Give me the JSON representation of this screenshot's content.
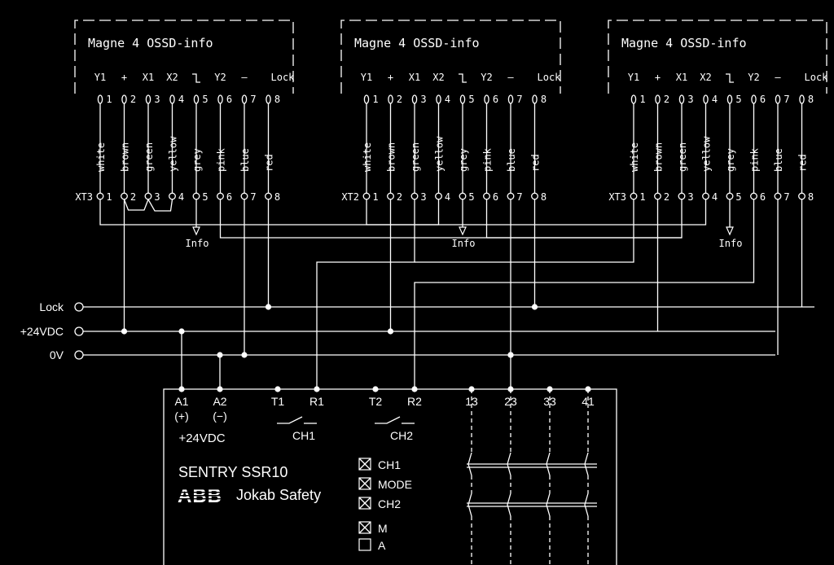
{
  "diagram": {
    "colors": {
      "background": "#000000",
      "line": "#ffffff"
    },
    "sensors": [
      {
        "title": "Magne 4 OSSD-info",
        "terminal_block": "XT3",
        "pins": [
          {
            "label": "Y1",
            "num": "1",
            "wire": "white"
          },
          {
            "label": "+",
            "num": "2",
            "wire": "brown"
          },
          {
            "label": "X1",
            "num": "3",
            "wire": "green"
          },
          {
            "label": "X2",
            "num": "4",
            "wire": "yellow"
          },
          {
            "label": "",
            "num": "5",
            "wire": "grey"
          },
          {
            "label": "Y2",
            "num": "6",
            "wire": "pink"
          },
          {
            "label": "—",
            "num": "7",
            "wire": "blue"
          },
          {
            "label": "Lock",
            "num": "8",
            "wire": "red"
          }
        ],
        "info_label": "Info"
      },
      {
        "title": "Magne 4 OSSD-info",
        "terminal_block": "XT2",
        "pins": [
          {
            "label": "Y1",
            "num": "1",
            "wire": "white"
          },
          {
            "label": "+",
            "num": "2",
            "wire": "brown"
          },
          {
            "label": "X1",
            "num": "3",
            "wire": "green"
          },
          {
            "label": "X2",
            "num": "4",
            "wire": "yellow"
          },
          {
            "label": "",
            "num": "5",
            "wire": "grey"
          },
          {
            "label": "Y2",
            "num": "6",
            "wire": "pink"
          },
          {
            "label": "—",
            "num": "7",
            "wire": "blue"
          },
          {
            "label": "Lock",
            "num": "8",
            "wire": "red"
          }
        ],
        "info_label": "Info"
      },
      {
        "title": "Magne 4 OSSD-info",
        "terminal_block": "XT3",
        "pins": [
          {
            "label": "Y1",
            "num": "1",
            "wire": "white"
          },
          {
            "label": "+",
            "num": "2",
            "wire": "brown"
          },
          {
            "label": "X1",
            "num": "3",
            "wire": "green"
          },
          {
            "label": "X2",
            "num": "4",
            "wire": "yellow"
          },
          {
            "label": "",
            "num": "5",
            "wire": "grey"
          },
          {
            "label": "Y2",
            "num": "6",
            "wire": "pink"
          },
          {
            "label": "—",
            "num": "7",
            "wire": "blue"
          },
          {
            "label": "Lock",
            "num": "8",
            "wire": "red"
          }
        ],
        "info_label": "Info"
      }
    ],
    "rails": [
      {
        "label": "Lock"
      },
      {
        "label": "+24VDC"
      },
      {
        "label": "0V"
      }
    ],
    "relay": {
      "terminals": [
        "A1",
        "A2",
        "T1",
        "R1",
        "T2",
        "R2",
        "13",
        "23",
        "33",
        "41"
      ],
      "a1_sub": "(+)",
      "a2_sub": "(−)",
      "supply_label": "+24VDC",
      "ch1_label": "CH1",
      "ch2_label": "CH2",
      "product_line1": "SENTRY   SSR10",
      "brand_logo": "ABB",
      "brand_name": "Jokab Safety",
      "indicators": [
        {
          "label": "CH1"
        },
        {
          "label": "MODE"
        },
        {
          "label": "CH2"
        }
      ],
      "mode_switch": {
        "top": "M",
        "bottom": "A"
      }
    }
  }
}
